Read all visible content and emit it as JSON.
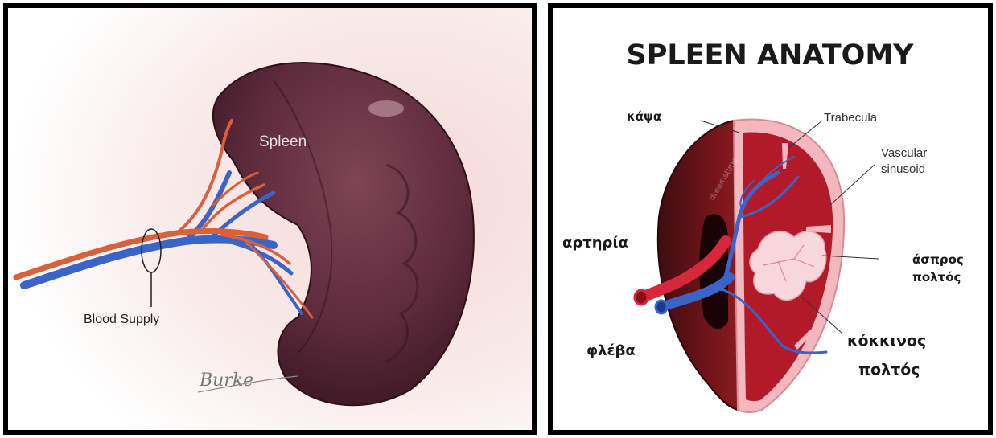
{
  "left_panel": {
    "organ_label": "Spleen",
    "callout_label": "Blood Supply",
    "signature": "Burke"
  },
  "right_panel": {
    "title": "SPLEEN ANATOMY",
    "labels": {
      "capsule": "κάψα",
      "trabecula": "Trabecula",
      "vascular_sinusoid_line1": "Vascular",
      "vascular_sinusoid_line2": "sinusoid",
      "artery": "αρτηρία",
      "white_pulp_line1": "άσπρος",
      "white_pulp_line2": "πολτός",
      "vein": "φλέβα",
      "red_pulp_line1": "κόκκινος",
      "red_pulp_line2": "πολτός"
    },
    "watermark": "dreamstime"
  },
  "colors": {
    "spleen_dark": "#4a1f2e",
    "spleen_mid": "#6b3446",
    "artery_red": "#d9603a",
    "vein_blue": "#3b64c8",
    "red_pulp": "#b21a2a",
    "capsule_pink": "#f3b8bd"
  }
}
